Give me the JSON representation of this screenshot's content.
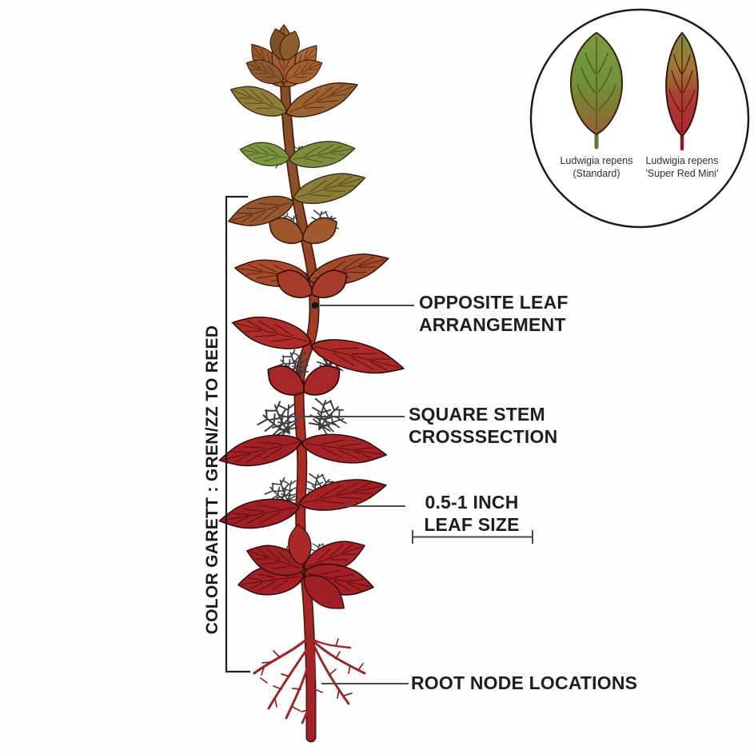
{
  "inset": {
    "standard_label": "Ludwigia repens\n(Standard)",
    "mini_label": "Ludwigia repens\n'Super Red Mini'"
  },
  "callouts": {
    "color_gradient": "COLOR GARETT : GREN/ZZ TO REED",
    "opposite_leaf": "OPPOSITE LEAF\nARRANGEMENT",
    "square_stem": "SQUARE STEM\nCROSSSECTION",
    "leaf_size": "0.5-1 INCH\nLEAF SIZE",
    "root_node": "ROOT NODE LOCATIONS"
  },
  "colors": {
    "leaf_green": "#7d9440",
    "leaf_olive": "#8c7c3a",
    "leaf_brown": "#9a6230",
    "leaf_red": "#a52226",
    "stem_red": "#ab2d26",
    "ink": "#1e1e1e",
    "leader_line": "#4a4a4a"
  }
}
